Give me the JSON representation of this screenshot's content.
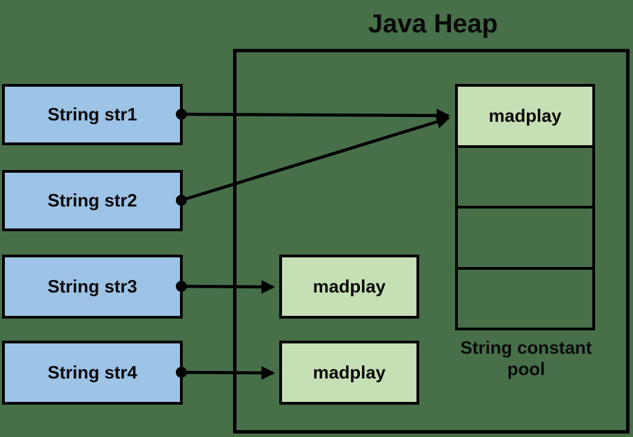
{
  "title": "Java Heap",
  "variables": [
    {
      "label": "String str1"
    },
    {
      "label": "String str2"
    },
    {
      "label": "String str3"
    },
    {
      "label": "String str4"
    }
  ],
  "string_pool": {
    "label": "String constant pool",
    "entries": [
      "madplay",
      "",
      "",
      ""
    ]
  },
  "heap_objects": [
    {
      "label": "madplay"
    },
    {
      "label": "madplay"
    }
  ],
  "references": [
    {
      "from": "str1",
      "to": "string-pool-entry-madplay"
    },
    {
      "from": "str2",
      "to": "string-pool-entry-madplay"
    },
    {
      "from": "str3",
      "to": "heap-object-madplay-1"
    },
    {
      "from": "str4",
      "to": "heap-object-madplay-2"
    }
  ],
  "colors": {
    "background": "#477049",
    "variable_fill": "#9DC3E6",
    "object_fill": "#C5E0B4",
    "stroke": "#000000"
  }
}
